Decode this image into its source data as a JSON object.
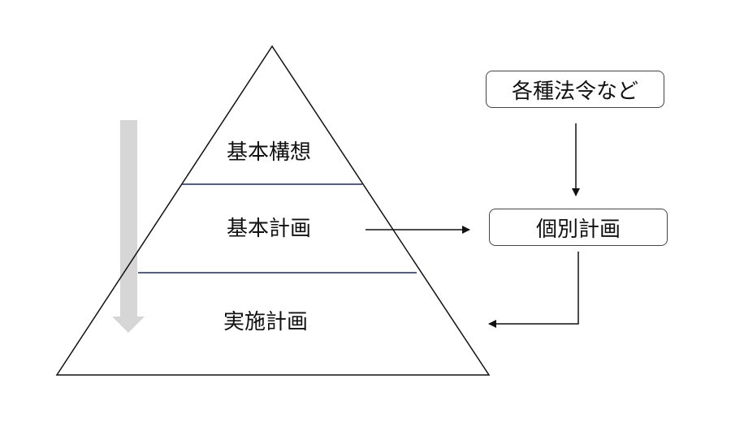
{
  "pyramid": {
    "levels": [
      {
        "id": "top",
        "label": "基本構想"
      },
      {
        "id": "middle",
        "label": "基本計画"
      },
      {
        "id": "bottom",
        "label": "実施計画"
      }
    ]
  },
  "side": {
    "laws_label": "各種法令など",
    "individual_label": "個別計画"
  },
  "colors": {
    "line": "#111111",
    "divider": "#1f2a55",
    "gray_arrow": "#d6d6d6",
    "box_border": "#444444"
  }
}
